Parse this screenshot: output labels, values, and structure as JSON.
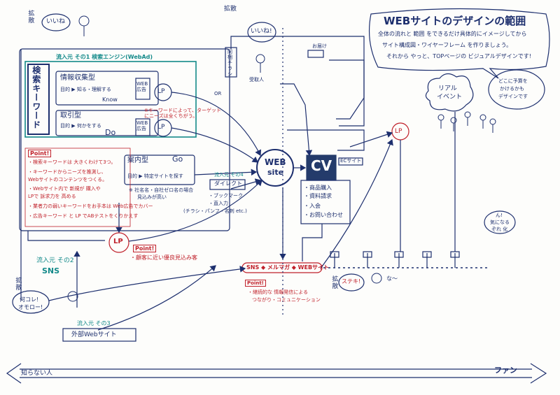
{
  "title": {
    "main": "WEBサイトのデザインの範囲",
    "lines": [
      "全体の流れと 範囲 をできるだけ具体的にイメージしてから",
      "サイト構成図・ワイヤーフレーム を作りましょう。",
      "それから やっと、TOPページの ビジュアルデザインです!"
    ]
  },
  "cloud_note": [
    "どこに予算を",
    "かけるかも",
    "デザインです"
  ],
  "search": {
    "header": "流入元 その1 検索エンジン(WebAd)",
    "keyword_box": "検索キーワード",
    "rows": [
      {
        "type": "情報収集型",
        "sub": "目的 ▶ 知る・理解する",
        "know": "Know",
        "ad": "WEB広告"
      },
      {
        "type": "取引型",
        "sub": "目的 ▶ 何かをする",
        "know": "Do",
        "ad": "WEB広告"
      },
      {
        "type": "案内型",
        "sub": "目的 ▶ 特定サイトを探す",
        "know": "Go",
        "ad": ""
      }
    ],
    "lp": "LP",
    "note_keyword": "※キーワードによって、ターゲットにニーズは全くちがう。",
    "note_company": [
      "※ 社名名・自社ゼロ名の場合",
      "見込みが高い"
    ],
    "or": "OR"
  },
  "points1": {
    "badge": "Point!",
    "lines": [
      "・検索キーワードは 大きくわけて3つ。",
      "・キーワードからニーズを推測し、",
      "  Webサイトのコンテンツをつくる。",
      "・Webサイト内で 新規が 購入や",
      "  LPで 訴求力を 高める",
      "・業者力の弱いキーワードをお手本は Web広告でカバー",
      "・広告キーワード と LP でABテストをくりかえす"
    ]
  },
  "lp_mid": "LP",
  "lp_point": {
    "badge": "Point!",
    "text": "・顧客に近い優良見込み客"
  },
  "other": {
    "header": "流入元 その2",
    "sns": "SNS",
    "header3": "流入元 その3",
    "external": "外部Webサイト"
  },
  "direct": {
    "label": "流入元 その4",
    "box": "ダイレクト",
    "lines": [
      "・ブックマーク",
      "・直入力",
      "(チラシ・パンフ・名刺 etc.)"
    ]
  },
  "website": {
    "line1": "WEB",
    "line2": "site"
  },
  "cv": {
    "label": "CV",
    "ec": "ECサイト",
    "items": [
      "・商品購入",
      "・資料請求",
      "・入会",
      "・お問い合わせ"
    ]
  },
  "ship": "お届け",
  "package": [
    "同",
    "梱",
    "チ",
    "ラ",
    "シ"
  ],
  "recipient": "受取人",
  "iine_top": "いいね",
  "iine_right": "いいね!",
  "kakusan": [
    "拡散"
  ],
  "sns_line": {
    "label": "SNS ◆ メルマガ ◆ WEBサイト",
    "badge": "Point!",
    "lines": [
      "・継続的な 情報発信による",
      "つながり・コミュニケーション"
    ]
  },
  "real_event": [
    "リアル",
    "イベント"
  ],
  "kininaru": [
    "ん!",
    "気になる",
    "ぞれ 化"
  ],
  "suteki": "ステキ!",
  "nan_kore": [
    "何コレ!",
    "オモロー!"
  ],
  "na": "な〜",
  "left_bottom": "知らない人",
  "right_bottom": "ファン",
  "colors": {
    "ink": "#1d2f6e",
    "red": "#c0202a",
    "teal": "#138a8a",
    "navy": "#243b6b"
  }
}
